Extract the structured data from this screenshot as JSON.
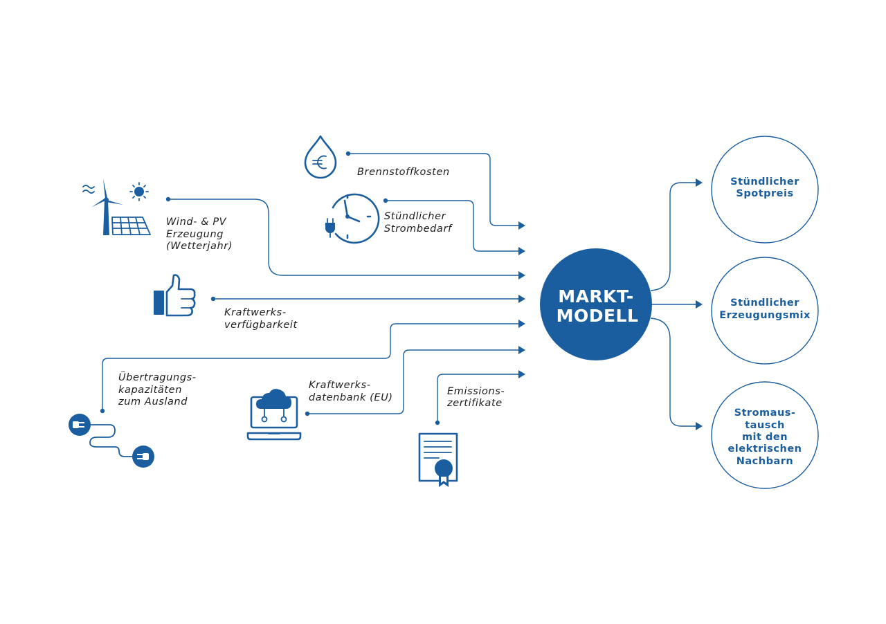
{
  "colors": {
    "primary": "#1a5ea0",
    "text": "#1d1d1d",
    "background": "#ffffff",
    "center_text": "#ffffff"
  },
  "inputs": {
    "fuel_costs": {
      "line1": "Brennstoffkosten",
      "icon": "euro-drop-icon"
    },
    "hourly_demand": {
      "line1": "Stündlicher",
      "line2": "Strombedarf",
      "icon": "clock-plug-icon"
    },
    "wind_pv": {
      "line1": "Wind- & PV",
      "line2": "Erzeugung",
      "line3": "(Wetterjahr)",
      "icon": "wind-solar-icon"
    },
    "plant_availability": {
      "line1": "Kraftwerks-",
      "line2": "verfügbarkeit",
      "icon": "thumbs-up-icon"
    },
    "transmission": {
      "line1": "Übertragungs-",
      "line2": "kapazitäten",
      "line3": "zum Ausland",
      "icon": "plug-cable-icon"
    },
    "plant_database": {
      "line1": "Kraftwerks-",
      "line2": "datenbank (EU)",
      "icon": "cloud-laptop-icon"
    },
    "emissions": {
      "line1": "Emissions-",
      "line2": "zertifikate",
      "icon": "certificate-icon"
    }
  },
  "model": {
    "line1": "MARKT-",
    "line2": "MODELL"
  },
  "outputs": {
    "spot_price": {
      "line1": "Stündlicher",
      "line2": "Spotpreis"
    },
    "generation_mix": {
      "line1": "Stündlicher",
      "line2": "Erzeugungsmix"
    },
    "exchange": {
      "line1": "Stromaus-",
      "line2": "tausch",
      "line3": "mit den",
      "line4": "elektrischen",
      "line5": "Nachbarn"
    }
  }
}
